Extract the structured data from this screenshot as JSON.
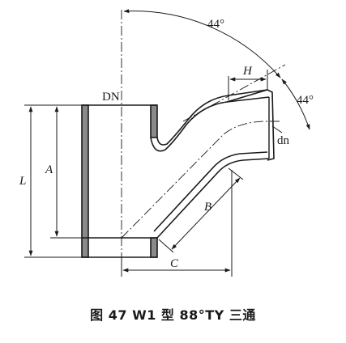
{
  "labels": {
    "dn_main": "DN",
    "dn_branch": "dn",
    "angle_top": "44°",
    "angle_side": "44°",
    "dim_h": "H",
    "dim_l": "L",
    "dim_a": "A",
    "dim_b": "B",
    "dim_c": "C"
  },
  "caption": "图 47   W1 型 88°TY 三通"
}
